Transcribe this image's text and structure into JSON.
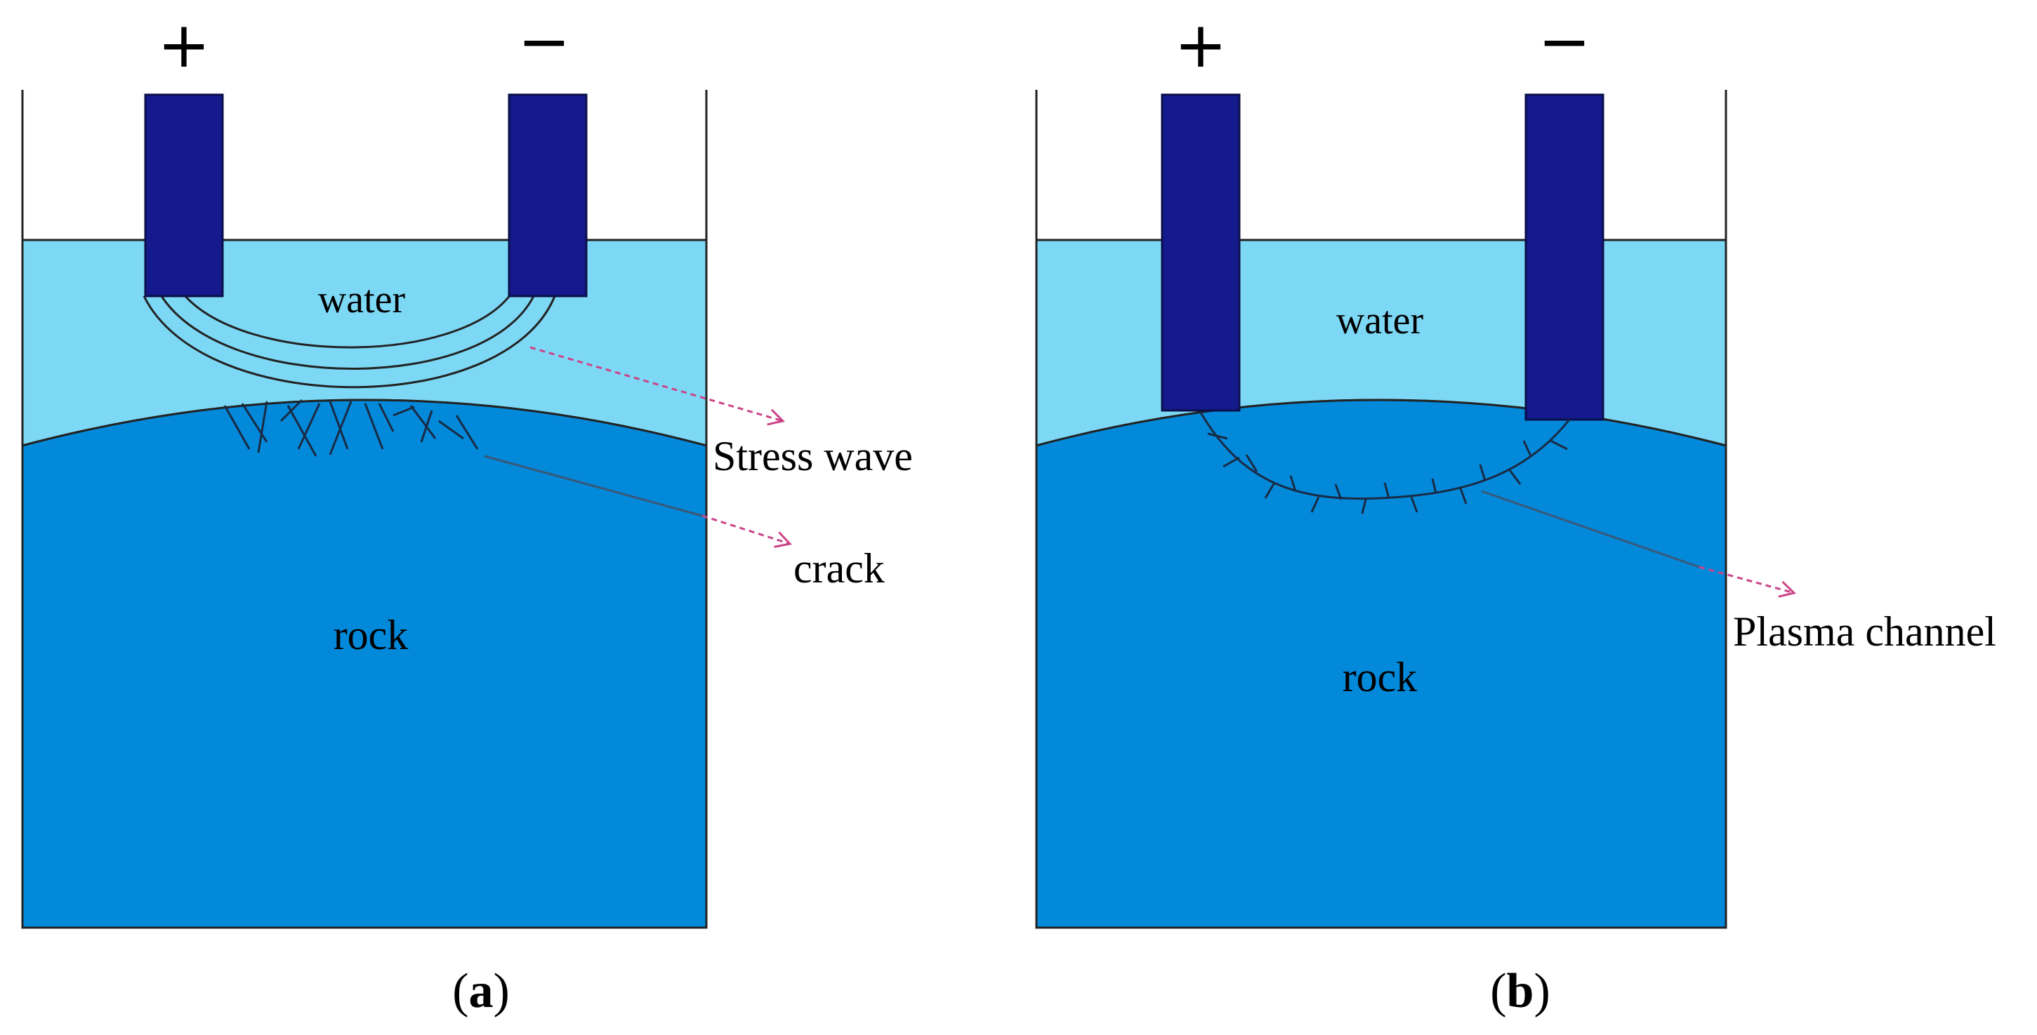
{
  "panels": [
    {
      "id": "a",
      "plus": "+",
      "minus": "−",
      "water": "water",
      "rock": "rock",
      "annotations": [
        "Stress wave",
        "crack"
      ],
      "label_open": "(",
      "label_letter": "a",
      "label_close": ")"
    },
    {
      "id": "b",
      "plus": "+",
      "minus": "−",
      "water": "water",
      "rock": "rock",
      "annotations": [
        "Plasma channel"
      ],
      "label_open": "(",
      "label_letter": "b",
      "label_close": ")"
    }
  ],
  "colors": {
    "water": "#7dd8f5",
    "rock": "#0289da",
    "electrode": "#141a8c",
    "arrow": "#cc4488"
  }
}
